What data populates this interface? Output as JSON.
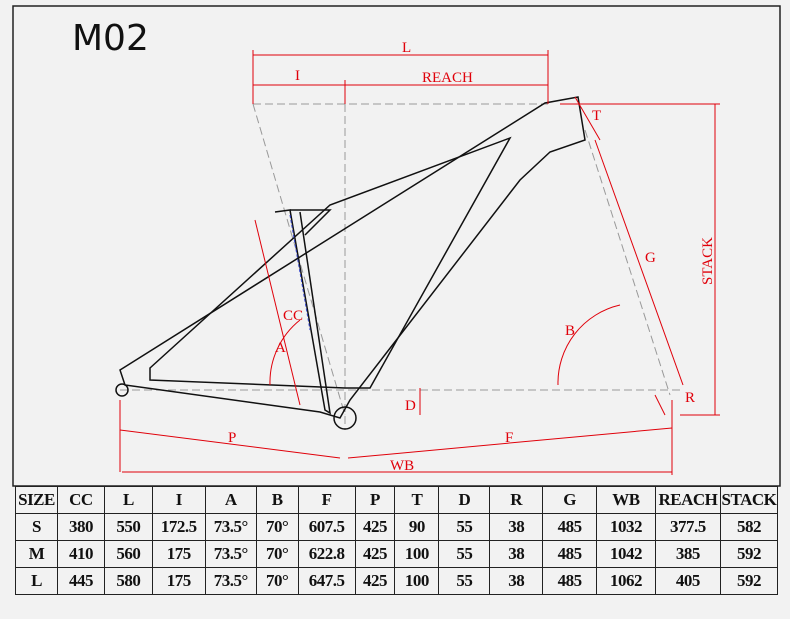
{
  "title": "M02",
  "diagram_labels": {
    "L": "L",
    "I": "I",
    "REACH": "REACH",
    "T": "T",
    "STACK": "STACK",
    "G": "G",
    "B": "B",
    "A": "A",
    "CC": "CC",
    "D": "D",
    "R": "R",
    "P": "P",
    "F": "F",
    "WB": "WB"
  },
  "colors": {
    "dimension": "#e0000a",
    "frame": "#111111",
    "guide": "#999999",
    "background": "#f2f2f2"
  },
  "table": {
    "headers": [
      "SIZE",
      "CC",
      "L",
      "I",
      "A",
      "B",
      "F",
      "P",
      "T",
      "D",
      "R",
      "G",
      "WB",
      "REACH",
      "STACK"
    ],
    "rows": [
      [
        "S",
        "380",
        "550",
        "172.5",
        "73.5°",
        "70°",
        "607.5",
        "425",
        "90",
        "55",
        "38",
        "485",
        "1032",
        "377.5",
        "582"
      ],
      [
        "M",
        "410",
        "560",
        "175",
        "73.5°",
        "70°",
        "622.8",
        "425",
        "100",
        "55",
        "38",
        "485",
        "1042",
        "385",
        "592"
      ],
      [
        "L",
        "445",
        "580",
        "175",
        "73.5°",
        "70°",
        "647.5",
        "425",
        "100",
        "55",
        "38",
        "485",
        "1062",
        "405",
        "592"
      ]
    ]
  }
}
